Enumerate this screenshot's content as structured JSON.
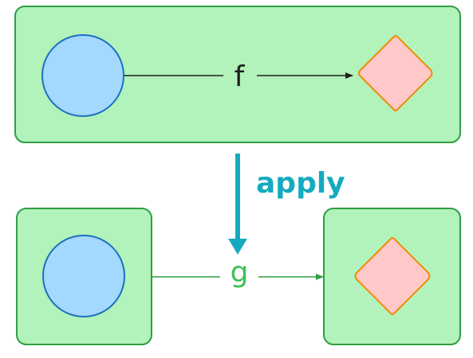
{
  "diagram": {
    "top_arrow_label": "f",
    "bottom_arrow_label": "g",
    "transform_label": "apply"
  },
  "colors": {
    "container_fill": "#b2f2bb",
    "container_stroke": "#2f9e44",
    "circle_fill": "#a5d8ff",
    "circle_stroke": "#1971c2",
    "diamond_fill": "#ffc9c9",
    "diamond_stroke": "#f08c00",
    "arrow_dark": "#1e1e1e",
    "arrow_green": "#2f9e44",
    "label_green": "#40c057",
    "apply_blue": "#15aabf"
  }
}
